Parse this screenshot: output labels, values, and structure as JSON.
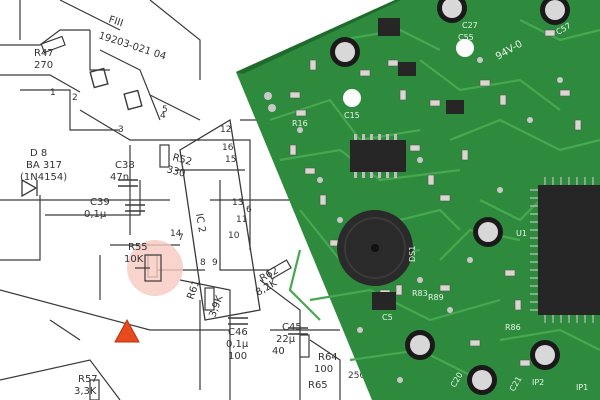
{
  "photo": {
    "subject": "schematic diagram under a green printed circuit board",
    "colors": {
      "paper": "#ffffff",
      "ink": "#3a3a3a",
      "pcb": "#2e8b3e",
      "pcb_dark": "#1f6b2c",
      "trace": "#46a84f",
      "pad": "#c9c9c9",
      "chip": "#262626",
      "buzzer": "#2a2a2a",
      "highlight": "#f6c9c0",
      "warning": "#e8491d"
    }
  },
  "schematic_labels": {
    "fii": "FIII",
    "part_no": "19203-021 04",
    "r47": "R47",
    "r47_val": "270",
    "d8": "D 8",
    "d8_type": "BA 317",
    "d8_alt": "(1N4154)",
    "c38": "C38",
    "c38_val": "47n",
    "r52": "R52",
    "r52_val": "330",
    "c39": "C39",
    "c39_val": "0,1μ",
    "r55": "R55",
    "r55_val": "10K",
    "r62": "R62",
    "r62_val": "8,2K",
    "r61": "R61",
    "r61_val": "3,9K",
    "c46": "C46",
    "c46_val": "0,1μ",
    "c46_extra": "100",
    "c45": "C45",
    "c45_val": "22μ",
    "c45_extra": "40",
    "r64": "R64",
    "r64_val": "100",
    "r65": "R65",
    "r57": "R57",
    "r57_val": "3,3K",
    "ic": "IC 2",
    "pins": [
      "12",
      "16",
      "15",
      "13",
      "11",
      "10",
      "14",
      "7",
      "8",
      "9",
      "6",
      "4",
      "3",
      "2",
      "1"
    ],
    "misc": [
      "250",
      "5"
    ]
  },
  "pcb_labels": {
    "board_mark": "94V-0",
    "c57": "C57",
    "c55": "C55",
    "c15": "C15",
    "c27": "C27",
    "r16": "R16",
    "r83": "R83",
    "c20": "C20",
    "c21": "C21",
    "r86": "R86",
    "u1": "U1",
    "ip2": "IP2",
    "ip1": "IP1",
    "ds1": "DS1",
    "r89": "R89",
    "c5": "C5"
  }
}
